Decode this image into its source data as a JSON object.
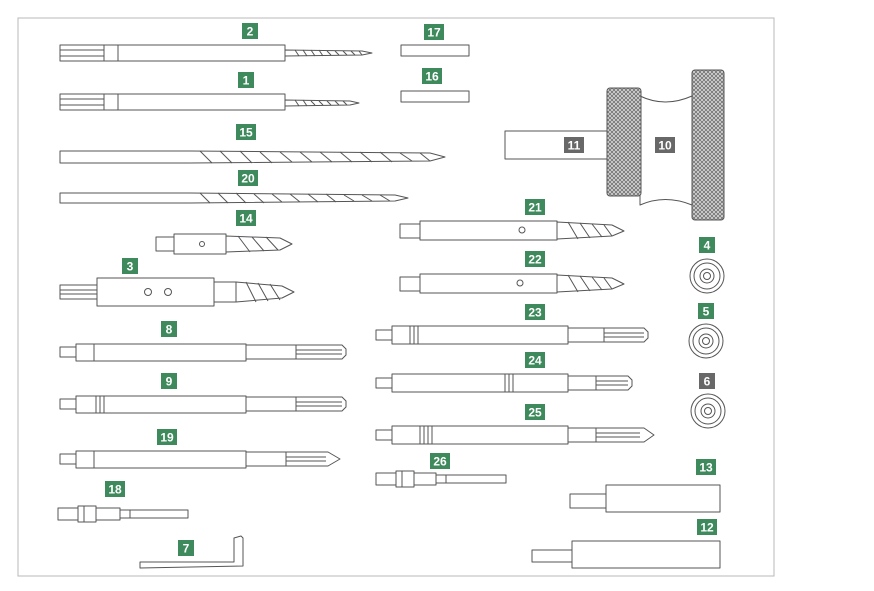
{
  "colors": {
    "label_green": "#3e8a5d",
    "label_gray": "#686868",
    "line": "#555555",
    "frame": "#b8b8b8",
    "knurl": "#9a9a9a"
  },
  "items": {
    "i2": {
      "num": "2"
    },
    "i1": {
      "num": "1"
    },
    "i15": {
      "num": "15"
    },
    "i20": {
      "num": "20"
    },
    "i14": {
      "num": "14"
    },
    "i3": {
      "num": "3"
    },
    "i8": {
      "num": "8"
    },
    "i9": {
      "num": "9"
    },
    "i19": {
      "num": "19"
    },
    "i18": {
      "num": "18"
    },
    "i7": {
      "num": "7"
    },
    "i17": {
      "num": "17"
    },
    "i16": {
      "num": "16"
    },
    "i21": {
      "num": "21"
    },
    "i22": {
      "num": "22"
    },
    "i23": {
      "num": "23"
    },
    "i24": {
      "num": "24"
    },
    "i25": {
      "num": "25"
    },
    "i26": {
      "num": "26"
    },
    "i10": {
      "num": "10"
    },
    "i11": {
      "num": "11"
    },
    "i4": {
      "num": "4"
    },
    "i5": {
      "num": "5"
    },
    "i6": {
      "num": "6"
    },
    "i13": {
      "num": "13"
    },
    "i12": {
      "num": "12"
    }
  }
}
